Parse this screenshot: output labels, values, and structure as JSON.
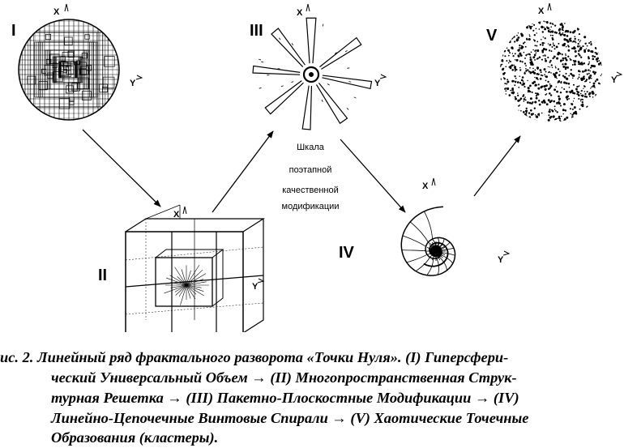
{
  "figure": {
    "labels": {
      "I": "I",
      "II": "II",
      "III": "III",
      "IV": "IV",
      "V": "V"
    },
    "axis": {
      "x": "X",
      "y": "Y"
    },
    "scale_label": [
      "Шкала",
      "поэтапной",
      "качественной",
      "модификации"
    ]
  },
  "caption": {
    "lines": [
      "ис. 2. Линейный ряд фрактального разворота «Точки Нуля». (I) Гиперсфери-",
      "ческий Универсальный Объем → (II) Многопространственная Струк-",
      "турная Решетка → (III) Пакетно-Плоскостные Модификации → (IV)",
      "Линейно-Цепочечные Винтовые Спирали → (V) Хаотические Точечные",
      "Образования (кластеры)."
    ]
  }
}
